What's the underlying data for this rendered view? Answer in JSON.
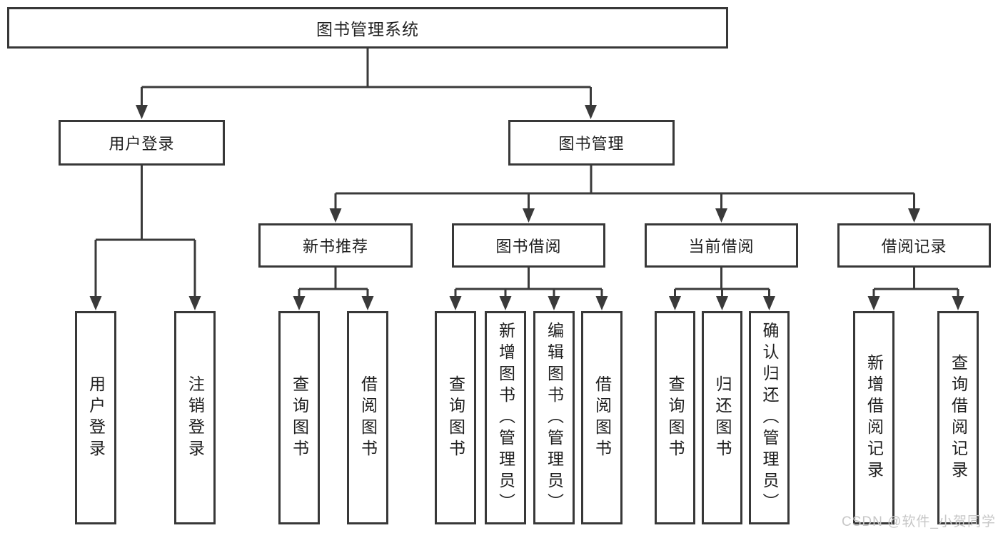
{
  "diagram": {
    "title": "图书管理系统",
    "colors": {
      "line": "#3a3a3a",
      "text": "#1f1f1f",
      "box_bg": "#ffffff",
      "watermark": "#c7c7c7"
    },
    "nodes": {
      "root": "图书管理系统",
      "user_login": "用户登录",
      "book_mgmt": "图书管理",
      "new_book_rec": "新书推荐",
      "book_borrow": "图书借阅",
      "current_borrow": "当前借阅",
      "borrow_records": "借阅记录",
      "ul_login": "用户登录",
      "ul_logout": "注销登录",
      "nb_query": "查询图书",
      "nb_borrow": "借阅图书",
      "bb_query": "查询图书",
      "bb_add": "新增图书（管理员）",
      "bb_edit": "编辑图书（管理员）",
      "bb_borrow": "借阅图书",
      "cb_query": "查询图书",
      "cb_return": "归还图书",
      "cb_confirm": "确认归还（管理员）",
      "br_add": "新增借阅记录",
      "br_query": "查询借阅记录"
    },
    "tree": {
      "label": "图书管理系统",
      "children": [
        {
          "label": "用户登录",
          "children": [
            {
              "label": "用户登录"
            },
            {
              "label": "注销登录"
            }
          ]
        },
        {
          "label": "图书管理",
          "children": [
            {
              "label": "新书推荐",
              "children": [
                {
                  "label": "查询图书"
                },
                {
                  "label": "借阅图书"
                }
              ]
            },
            {
              "label": "图书借阅",
              "children": [
                {
                  "label": "查询图书"
                },
                {
                  "label": "新增图书（管理员）"
                },
                {
                  "label": "编辑图书（管理员）"
                },
                {
                  "label": "借阅图书"
                }
              ]
            },
            {
              "label": "当前借阅",
              "children": [
                {
                  "label": "查询图书"
                },
                {
                  "label": "归还图书"
                },
                {
                  "label": "确认归还（管理员）"
                }
              ]
            },
            {
              "label": "借阅记录",
              "children": [
                {
                  "label": "新增借阅记录"
                },
                {
                  "label": "查询借阅记录"
                }
              ]
            }
          ]
        }
      ]
    },
    "watermark": "CSDN @软件_小贺同学"
  }
}
